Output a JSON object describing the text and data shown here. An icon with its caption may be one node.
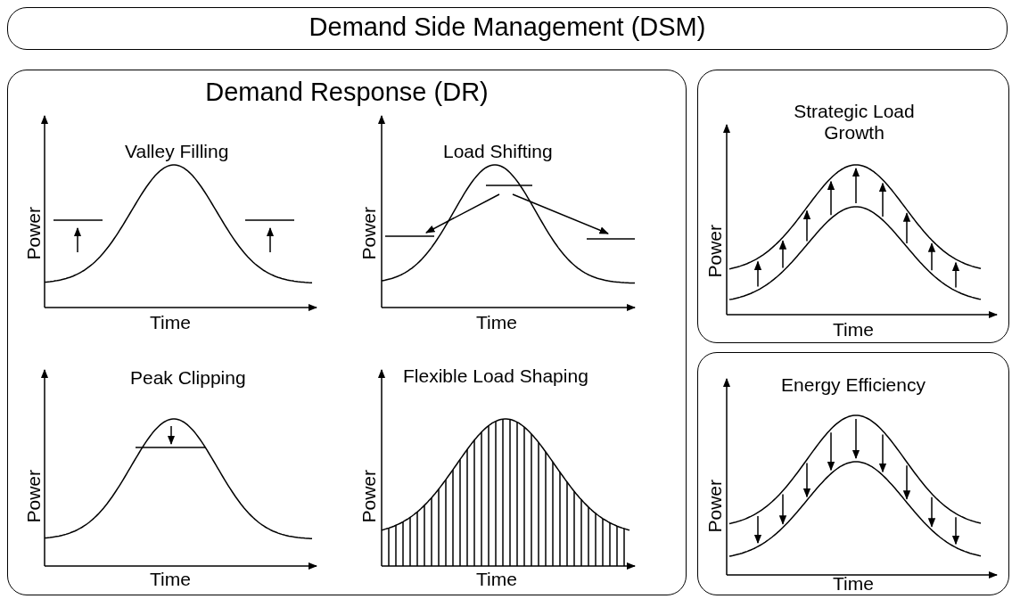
{
  "diagram": {
    "nodes": [
      {
        "text": [
          "Demand Side Management (DSM)"
        ]
      },
      {
        "text": [
          "Demand Response (DR)"
        ]
      },
      {
        "text": [
          "Strategic Load Growth"
        ]
      },
      {
        "text": [
          "Energy Efficiency"
        ]
      }
    ],
    "labels": [
      "Valley Filling",
      "Power",
      "Time",
      "Load Shifting",
      "Power",
      "Time",
      "Peak Clipping",
      "Power",
      "Time",
      "Flexible Load Shaping",
      "Power",
      "Time",
      "Power",
      "Time",
      "Power",
      "Time"
    ]
  }
}
